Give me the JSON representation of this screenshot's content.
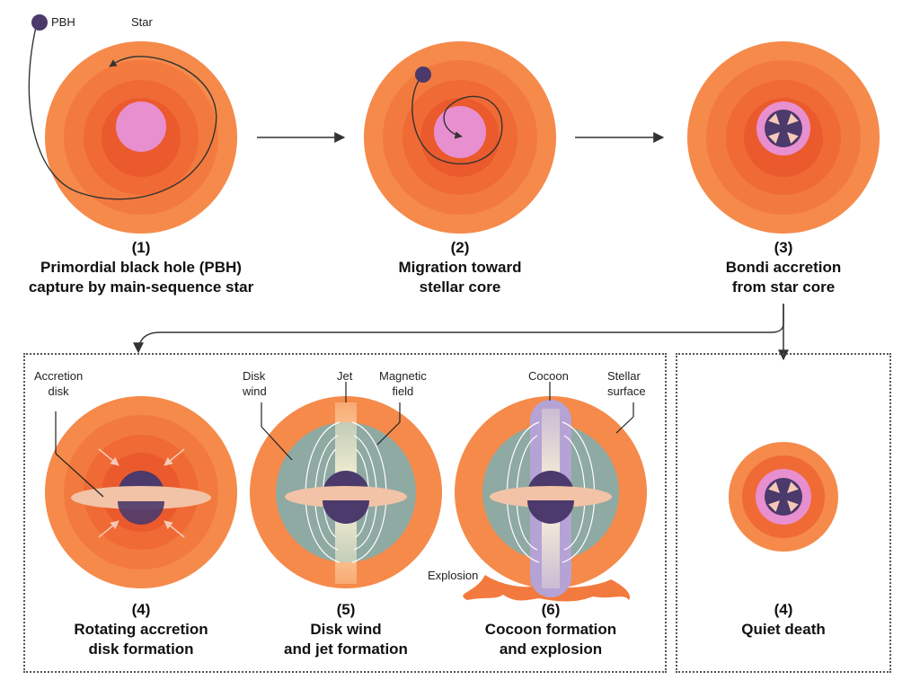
{
  "colors": {
    "star_outer": "#f58a4b",
    "star_ring2": "#f37a3e",
    "star_ring3": "#f06a35",
    "star_inner": "#eb5a2c",
    "core": "#e88fd0",
    "pbh": "#4b3a6b",
    "disk": "#f2c3a6",
    "wind": "#8fa9a3",
    "cocoon": "#b5a3d6",
    "arrow": "#333333"
  },
  "stages": [
    {
      "number": "(1)",
      "line1": "Primordial black hole (PBH)",
      "line2": "capture by main-sequence star"
    },
    {
      "number": "(2)",
      "line1": "Migration toward",
      "line2": "stellar core"
    },
    {
      "number": "(3)",
      "line1": "Bondi accretion",
      "line2": "from star core"
    },
    {
      "number": "(4)",
      "line1": "Rotating accretion",
      "line2": "disk formation"
    },
    {
      "number": "(5)",
      "line1": "Disk wind",
      "line2": "and jet formation"
    },
    {
      "number": "(6)",
      "line1": "Cocoon formation",
      "line2": "and explosion"
    },
    {
      "number": "(4)",
      "line1": "Quiet death",
      "line2": ""
    }
  ],
  "labels": {
    "pbh": "PBH",
    "star": "Star",
    "accretion_disk_1": "Accretion",
    "accretion_disk_2": "disk",
    "disk_wind_1": "Disk",
    "disk_wind_2": "wind",
    "jet": "Jet",
    "magnetic_field_1": "Magnetic",
    "magnetic_field_2": "field",
    "cocoon": "Cocoon",
    "stellar_surface_1": "Stellar",
    "stellar_surface_2": "surface",
    "explosion": "Explosion"
  }
}
